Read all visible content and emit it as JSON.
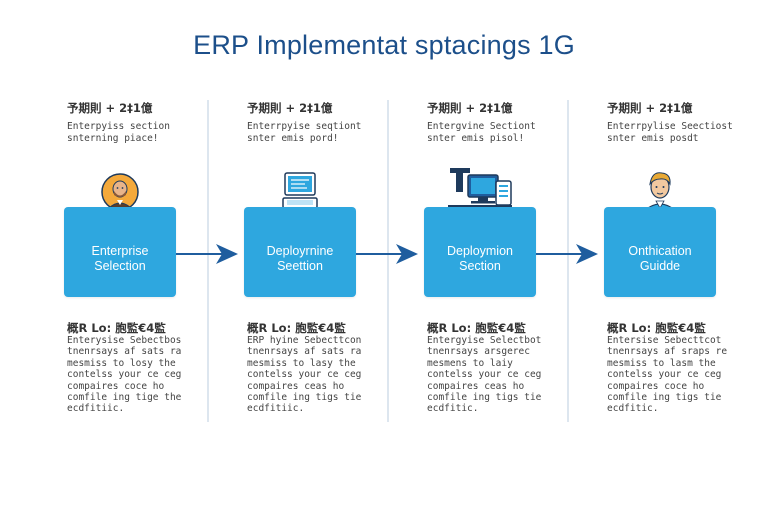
{
  "title": "ERP Implementat sptacings 1G",
  "stages": [
    {
      "heading": "予期則 + 2‡1億",
      "sub_lines": [
        "Enterpyiss section",
        "snterning piace!"
      ],
      "icon": "businessman-icon",
      "label_lines": [
        "Enterprise",
        "Selection"
      ],
      "body_heading": "概R Lo: 胞監€4監",
      "body_lines": [
        "Enterysise Sebectbos",
        "tnenrsays af sats ra",
        "mesmiss to losy the",
        "contelss your ce ceg",
        "compaires coce ho",
        "comfile  ing tige the",
        "ecdfitiic."
      ]
    },
    {
      "heading": "予期則 + 2‡1億",
      "sub_lines": [
        "Enterrpyise seqtiont",
        "snter emis pord!"
      ],
      "icon": "workstation-icon",
      "label_lines": [
        "Deployrnine",
        "Seettion"
      ],
      "body_heading": "概R Lo: 胞監€4監",
      "body_lines": [
        "ERP hyine Sebecttcon",
        "tnenrsays af sats ra",
        "mesmiss to lasy the",
        "contelss your ce ceg",
        "compaires ceas ho",
        "comfile  ing tigs tie",
        "ecdfitiic."
      ]
    },
    {
      "heading": "予期則 + 2‡1億",
      "sub_lines": [
        "Entergvine Sectiont",
        "snter emis pisol!"
      ],
      "icon": "server-monitor-icon",
      "label_lines": [
        "Deploymion",
        "Section"
      ],
      "body_heading": "概R Lo: 胞監€4監",
      "body_lines": [
        "Entergyise Selectbot",
        "tnenrsays arsgerec",
        "mesmens to laiy",
        "contelss your ce ceg",
        "compaires ceas ho",
        "comfile  ing tigs tie",
        "ecdfitic."
      ]
    },
    {
      "heading": "予期則 + 2‡1億",
      "sub_lines": [
        "Enterrpylise Seectiost",
        "snter emis posdt"
      ],
      "icon": "consultant-icon",
      "label_lines": [
        "Onthication",
        "Guidde"
      ],
      "body_heading": "概R Lo: 胞監€4監",
      "body_lines": [
        "Entersise Sebecttcot",
        "tnenrsays af sraps re",
        "mesmiss to lasm the",
        "contelss your ce ceg",
        "compaires coce ho",
        "comfile  ing tigs tie",
        "ecdfitic."
      ]
    }
  ],
  "colors": {
    "title": "#1c4f8a",
    "box": "#2ea7df",
    "arrow": "#1f5d9e",
    "divider": "#dde6ef"
  }
}
